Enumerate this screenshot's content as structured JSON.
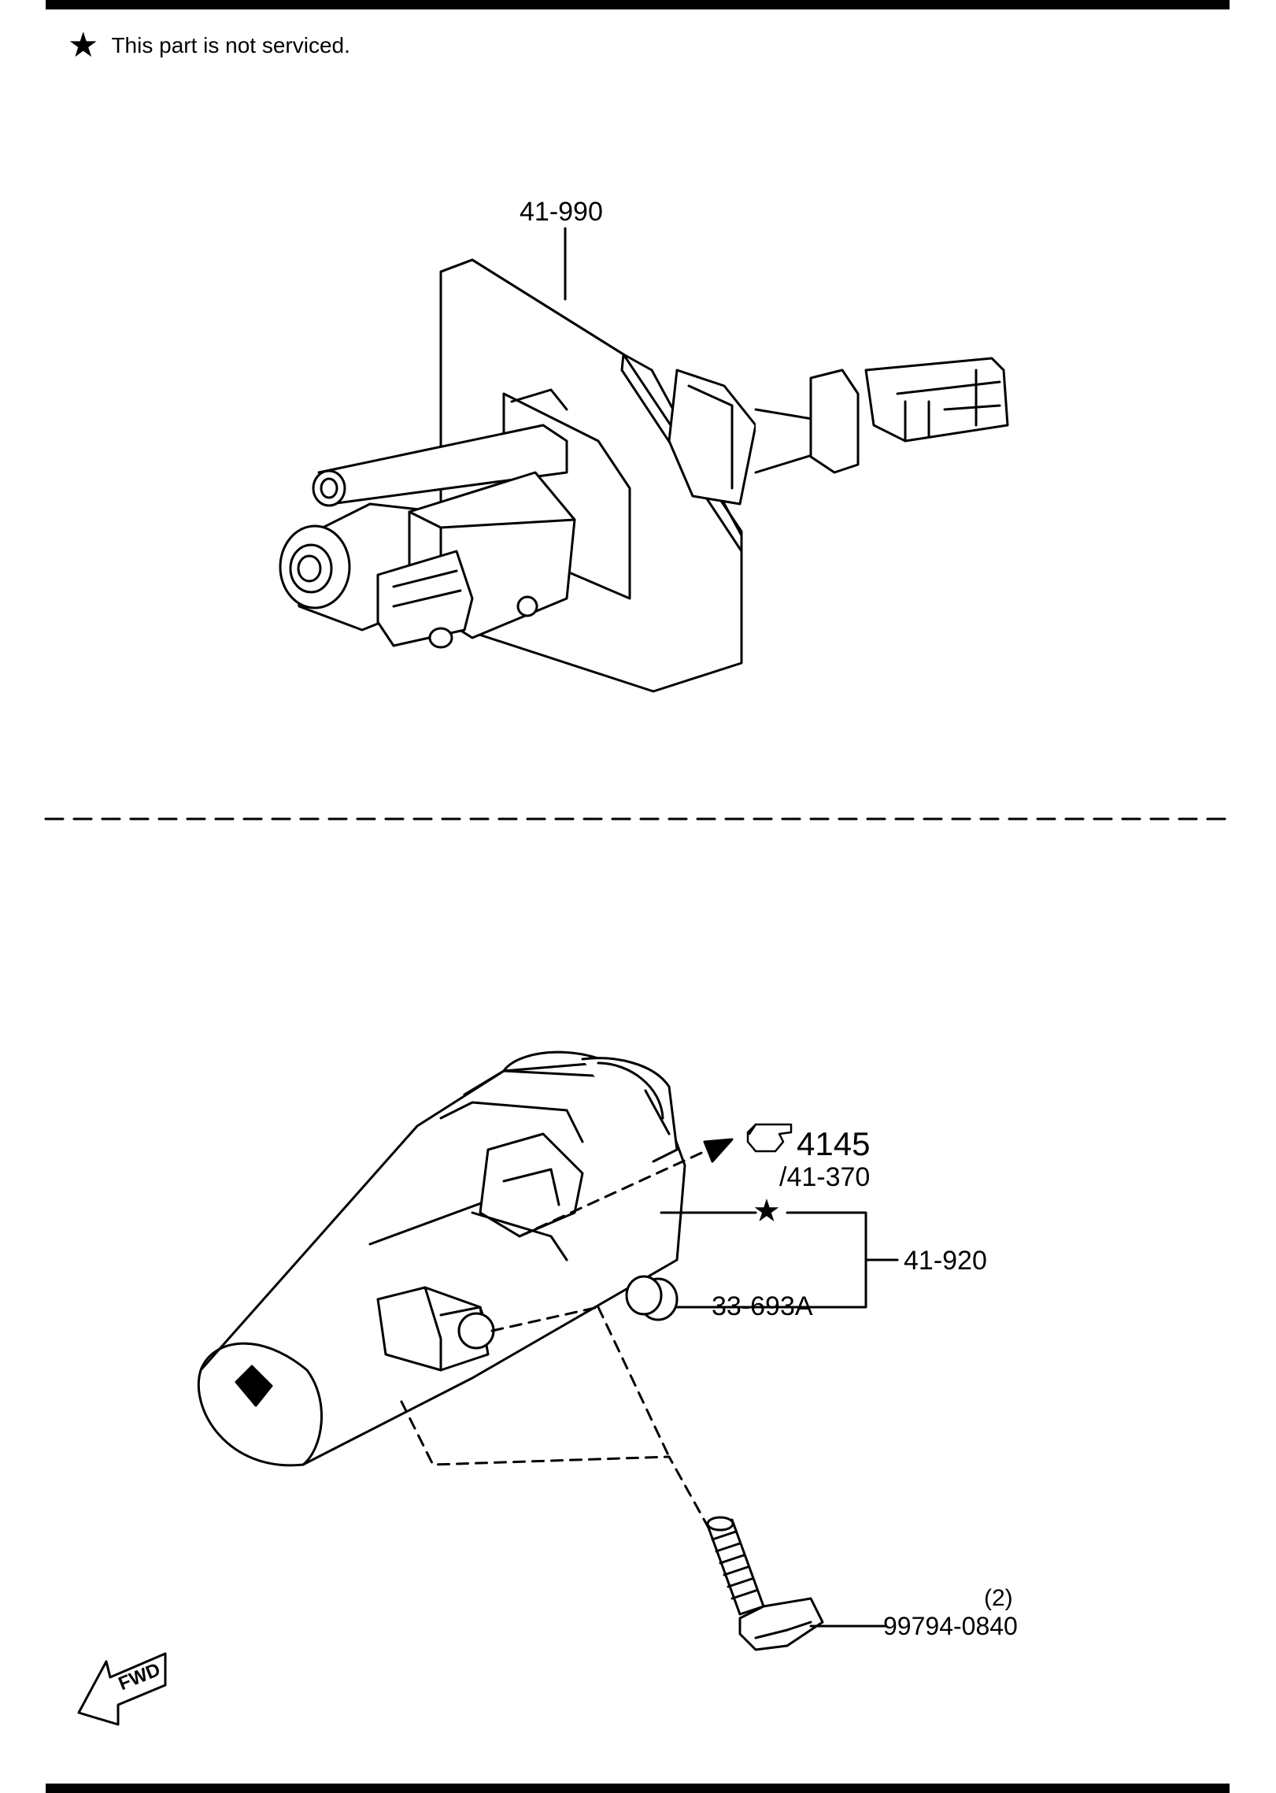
{
  "note": {
    "star_symbol": "★",
    "text": "This part is not serviced."
  },
  "top_assembly": {
    "part_number": "41-990"
  },
  "bottom_assembly": {
    "reference_page": "4145",
    "reference_sub": "/41-370",
    "not_serviced_symbol": "★",
    "assembly_number": "41-920",
    "cap_part": "33-693A",
    "bolt_qty": "(2)",
    "bolt_part": "99794-0840"
  },
  "direction": {
    "fwd_text": "FWD"
  },
  "icons": {
    "reference_hand": "pointing-hand-icon",
    "fwd_arrow": "fwd-arrow-icon",
    "star": "star-icon"
  }
}
